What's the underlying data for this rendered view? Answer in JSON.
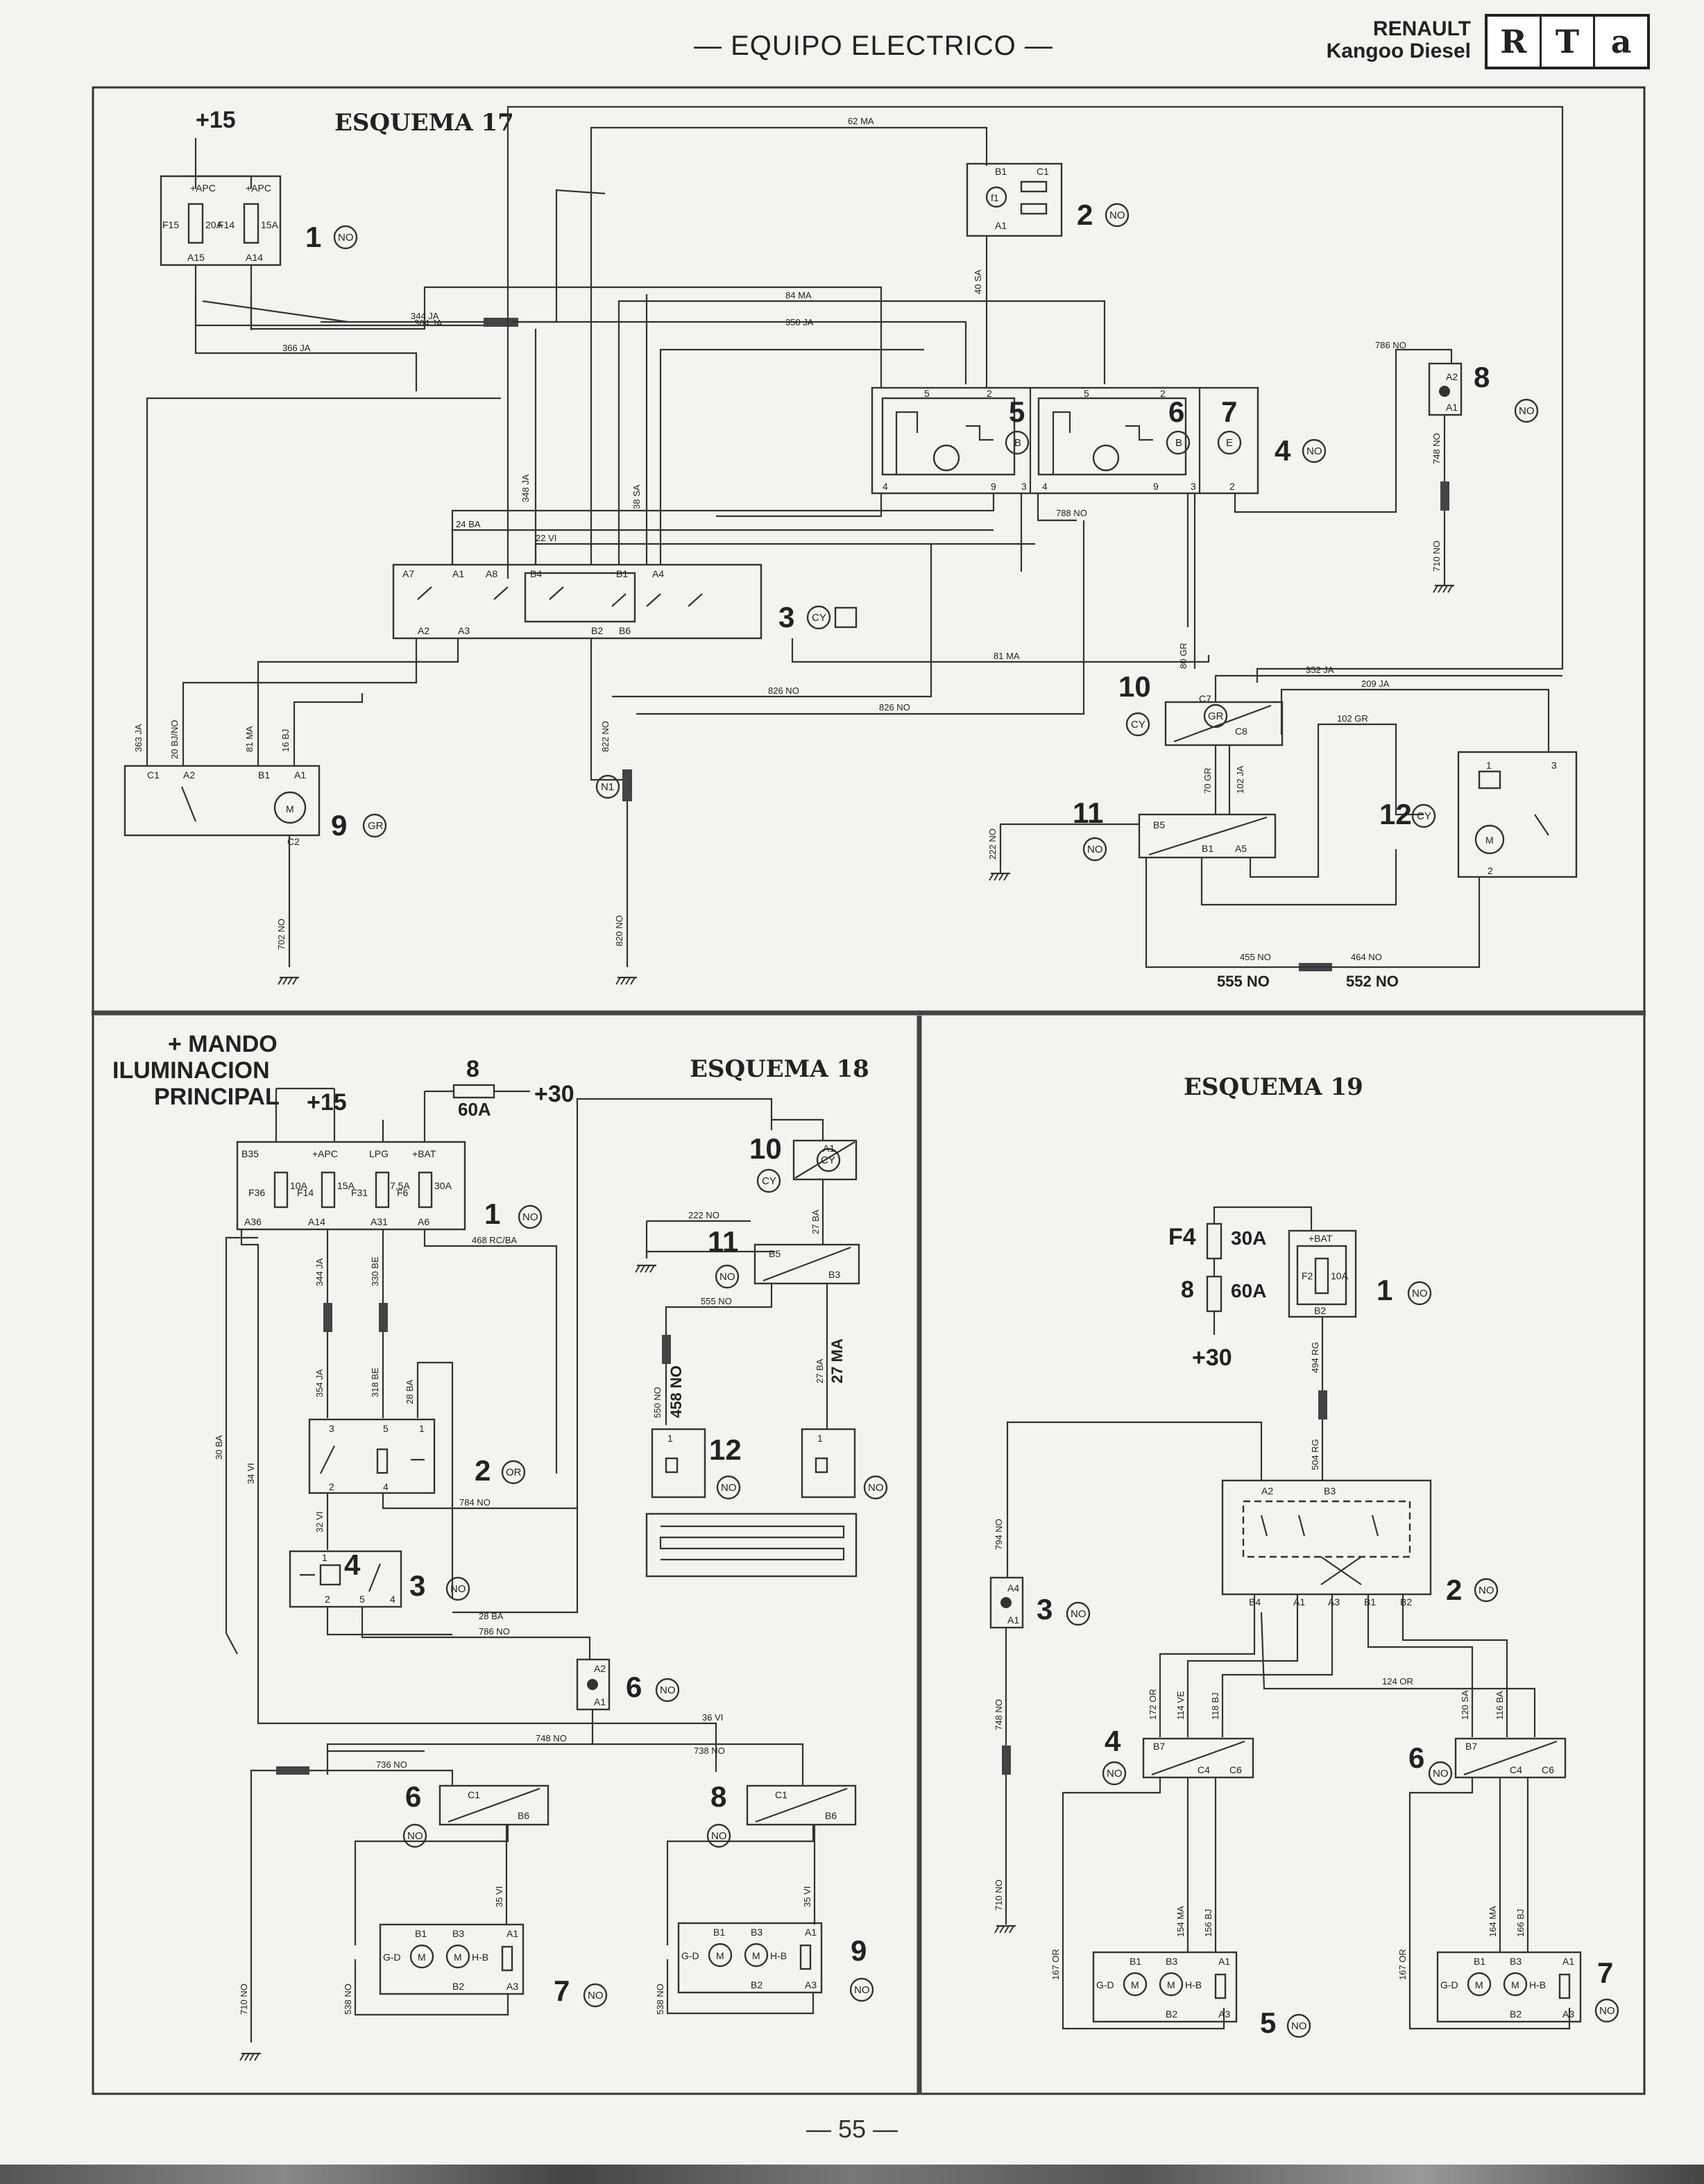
{
  "header": {
    "page_title": "— EQUIPO ELECTRICO —",
    "brand_name": "RENAULT",
    "brand_model": "Kangoo Diesel",
    "logo_letters": [
      "R",
      "T",
      "a"
    ]
  },
  "page_number": "— 55 —",
  "schemes": {
    "s17": {
      "title": "ESQUEMA 17",
      "supply": "+15",
      "fuse_pins": [
        "+APC",
        "+APC"
      ],
      "fuse_ids": [
        "F15",
        "F14"
      ],
      "fuse_ratings": [
        "20A",
        "15A"
      ],
      "fuse_out_pins": [
        "A15",
        "A14"
      ],
      "wires": {
        "w62": "62 MA",
        "w344": "344 JA",
        "w364": "364 JA",
        "w84": "84 MA",
        "w350": "350 JA",
        "w366": "366 JA",
        "w348": "348 JA",
        "w38": "38 SA",
        "w40": "40 SA",
        "w24": "24 BA",
        "w22": "22 VI",
        "w788": "788 NO",
        "w786": "786 NO",
        "w748": "748 NO",
        "w710": "710 NO",
        "w81": "81 MA",
        "w826a": "826 NO",
        "w826b": "826 NO",
        "w352": "352 JA",
        "w80": "80 GR",
        "w209": "209 JA",
        "w102g": "102 GR",
        "w70": "70 GR",
        "w102j": "102 JA",
        "w222": "222 NO",
        "w363": "363 JA",
        "w20": "20 BJ/NO",
        "w81b": "81 MA",
        "w16": "16 BJ",
        "w822": "822 NO",
        "w702": "702 NO",
        "w820": "820 NO",
        "w455": "455 NO",
        "w464": "464 NO",
        "w555": "555 NO",
        "w552": "552 NO"
      },
      "pins": {
        "c2_b1": "B1",
        "c2_c1": "C1",
        "c2_a1": "A1",
        "c5_5": "5",
        "c5_2": "2",
        "c5_4": "4",
        "c5_9": "9",
        "c5_3": "3",
        "c6_5": "5",
        "c6_2": "2",
        "c6_4": "4",
        "c6_9": "9",
        "c6_3": "3",
        "c4_2": "2",
        "c8_a2": "A2",
        "c8_a1": "A1",
        "c3_a7": "A7",
        "c3_a1": "A1",
        "c3_a8": "A8",
        "c3_b4": "B4",
        "c3_b1": "B1",
        "c3_a4": "A4",
        "c3_a2": "A2",
        "c3_a3": "A3",
        "c3_b2": "B2",
        "c3_b6": "B6",
        "c10_c7": "C7",
        "c10_c8": "C8",
        "c11_b5": "B5",
        "c11_b1": "B1",
        "c11_a5": "A5",
        "c12_1": "1",
        "c12_3": "3",
        "c12_2": "2",
        "c9_c1": "C1",
        "c9_a2": "A2",
        "c9_b1": "B1",
        "c9_a1": "A1",
        "c9_c2": "C2"
      },
      "components": {
        "n1": "1",
        "n2": "2",
        "n3": "3",
        "n4": "4",
        "n5": "5",
        "n6": "6",
        "n7": "7",
        "n8": "8",
        "n9": "9",
        "n10": "10",
        "n11": "11",
        "n12": "12"
      },
      "codes": {
        "k1": "NO",
        "k2": "NO",
        "k3": "CY",
        "k4": "NO",
        "k5": "B",
        "k6": "B",
        "k7": "E",
        "k8": "NO",
        "k9": "GR",
        "k10": "CY",
        "k11": "NO",
        "k12": "CY",
        "kn1": "N1",
        "kgr": "GR"
      },
      "motor_symbol": "M"
    },
    "s18": {
      "title": "ESQUEMA 18",
      "label_mando": "+ MANDO",
      "label_ilum": "ILUMINACION",
      "label_principal": "PRINCIPAL",
      "supply15": "+15",
      "supply30": "+30",
      "fuse8_num": "8",
      "fuse8_rating": "60A",
      "fuse_pins": [
        "B35",
        "+APC",
        "LPG",
        "+BAT"
      ],
      "fuse_ids": [
        "F36",
        "F14",
        "F31",
        "F6"
      ],
      "fuse_ratings": [
        "10A",
        "15A",
        "7,5A",
        "30A"
      ],
      "fuse_out_pins": [
        "A36",
        "A14",
        "A31",
        "A6"
      ],
      "wires": {
        "w468": "468 RC/BA",
        "w344": "344 JA",
        "w330": "330 BE",
        "w354": "354 JA",
        "w318": "318 BE",
        "w28a": "28 BA",
        "w30": "30 BA",
        "w34": "34 VI",
        "w32": "32 VI",
        "w784": "784 NO",
        "w28b": "28 BA",
        "w786": "786 NO",
        "w36": "36 VI",
        "w748": "748 NO",
        "w738": "738 NO",
        "w736": "736 NO",
        "w710": "710 NO",
        "w35a": "35 VI",
        "w35b": "35 VI",
        "w538a": "538 NO",
        "w538b": "538 NO",
        "w222": "222 NO",
        "w555": "555 NO",
        "w550": "550 NO",
        "w458": "458 NO",
        "w27a": "27 BA",
        "w27b": "27 BA",
        "w27ma": "27 MA"
      },
      "pins": {
        "c2_3": "3",
        "c2_5": "5",
        "c2_1": "1",
        "c2_2": "2",
        "c2_4": "4",
        "c3_1": "1",
        "c3_2": "2",
        "c3_5": "5",
        "c3_4": "4",
        "c6_a2": "A2",
        "c6_a1": "A1",
        "c6b_c1": "C1",
        "c6b_b6": "B6",
        "c8_c1": "C1",
        "c8_b6": "B6",
        "c7_b1": "B1",
        "c7_b3": "B3",
        "c7_a1": "A1",
        "c7_b2": "B2",
        "c7_a3": "A3",
        "c9_b1": "B1",
        "c9_b3": "B3",
        "c9_a1": "A1",
        "c9_b2": "B2",
        "c9_a3": "A3",
        "c10_a1": "A1",
        "c11_b5": "B5",
        "c11_b3": "B3",
        "c12_1": "1",
        "c12b_1": "1"
      },
      "components": {
        "n1": "1",
        "n2": "2",
        "n3": "3",
        "n4": "4",
        "n6a": "6",
        "n6b": "6",
        "n7": "7",
        "n8": "8",
        "n9": "9",
        "n10": "10",
        "n11": "11",
        "n12": "12"
      },
      "codes": {
        "k1": "NO",
        "k2": "OR",
        "k3": "NO",
        "k6a": "NO",
        "k6b": "NO",
        "k7": "NO",
        "k8": "NO",
        "k9": "NO",
        "k10": "CY",
        "k11": "NO",
        "k12": "NO",
        "k12b": "NO",
        "kcy": "CY"
      },
      "gd": "G-D",
      "hb": "H-B",
      "motor_symbol": "M"
    },
    "s19": {
      "title": "ESQUEMA 19",
      "f4_id": "F4",
      "f4_rating": "30A",
      "f8_id": "8",
      "f8_rating": "60A",
      "supply30": "+30",
      "fuse_pin": "+BAT",
      "fuse_id": "F2",
      "fuse_rating": "10A",
      "fuse_out": "B2",
      "wires": {
        "w494": "494 RG",
        "w504": "504 RG",
        "w794": "794 NO",
        "w748": "748 NO",
        "w710": "710 NO",
        "w172": "172 OR",
        "w114": "114 VE",
        "w118": "118 BJ",
        "w124": "124 OR",
        "w120": "120 SA",
        "w116": "116 BA",
        "w154a": "154 MA",
        "w156a": "156 BJ",
        "w167a": "167 OR",
        "w164b": "164 MA",
        "w166b": "166 BJ",
        "w167b": "167 OR"
      },
      "pins": {
        "c2_a2": "A2",
        "c2_b3": "B3",
        "c2_b4": "B4",
        "c2_a1": "A1",
        "c2_a3": "A3",
        "c2_b1": "B1",
        "c2_b2": "B2",
        "c3_a4": "A4",
        "c3_a1": "A1",
        "c4_b7": "B7",
        "c4_c4": "C4",
        "c4_c6": "C6",
        "c6_b7": "B7",
        "c6_c4": "C4",
        "c6_c6": "C6",
        "c5_b1": "B1",
        "c5_b3": "B3",
        "c5_a1": "A1",
        "c5_b2": "B2",
        "c5_a3": "A3",
        "c7_b1": "B1",
        "c7_b3": "B3",
        "c7_a1": "A1",
        "c7_b2": "B2",
        "c7_a3": "A3"
      },
      "components": {
        "n1": "1",
        "n2": "2",
        "n3": "3",
        "n4": "4",
        "n5": "5",
        "n6": "6",
        "n7": "7"
      },
      "codes": {
        "k1": "NO",
        "k2": "NO",
        "k3": "NO",
        "k4": "NO",
        "k5": "NO",
        "k6": "NO",
        "k7": "NO"
      },
      "gd": "G-D",
      "hb": "H-B",
      "motor_symbol": "M"
    }
  }
}
